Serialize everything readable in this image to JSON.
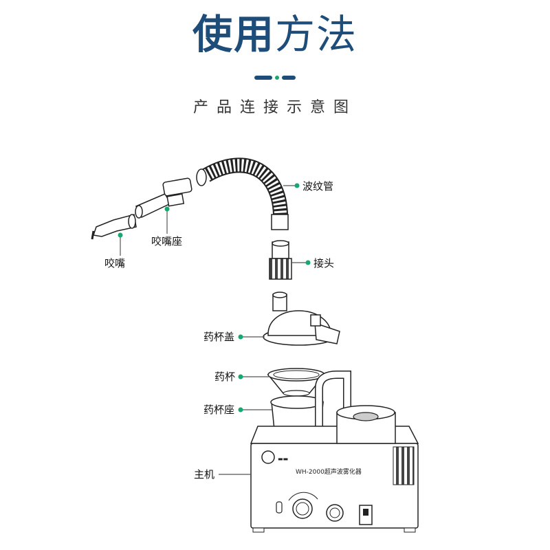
{
  "header": {
    "title_bold": "使用",
    "title_light": "方法",
    "subtitle": "产品连接示意图"
  },
  "colors": {
    "title": "#1f4d7a",
    "accent": "#16a870",
    "line": "#555555"
  },
  "labels": {
    "corrugated_tube": "波纹管",
    "mouthpiece": "咬嘴",
    "mouthpiece_seat": "咬嘴座",
    "connector": "接头",
    "cup_lid": "药杯盖",
    "cup": "药杯",
    "cup_seat": "药杯座",
    "main_unit": "主机"
  },
  "device": {
    "model": "WH-2000超声波雾化器"
  }
}
